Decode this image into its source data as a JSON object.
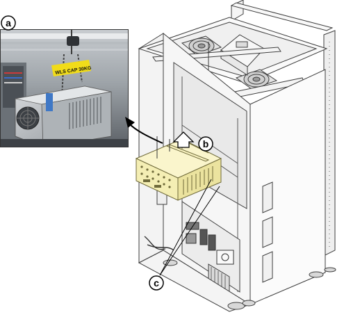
{
  "callouts": {
    "a": "a",
    "b": "b",
    "c": "c"
  },
  "photo": {
    "tag_label": "WLS CAP 30KG"
  },
  "colors": {
    "module_fill": "#f4eeb4",
    "module_stroke": "#6f6a3a",
    "cabinet_stroke": "#3c3c3c",
    "tag_yellow": "#f1dc19",
    "arrow": "#000000"
  }
}
